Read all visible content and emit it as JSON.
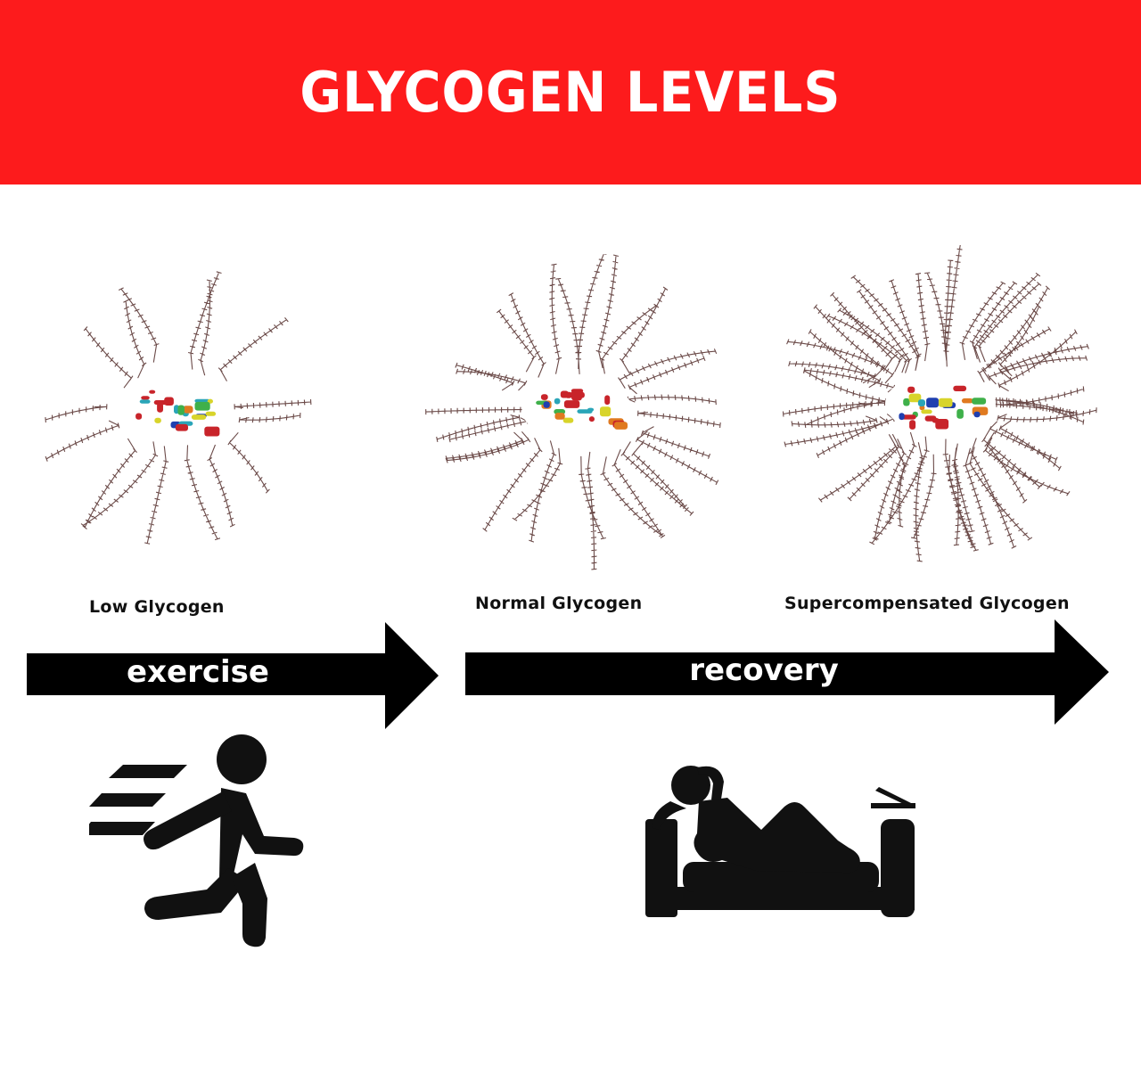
{
  "header": {
    "title": "GLYCOGEN LEVELS",
    "background_color": "#fd1b1c",
    "text_color": "#ffffff"
  },
  "stages": [
    {
      "label": "Low Glycogen",
      "branch_count": 16,
      "radius": 170,
      "icon": "glycogen-molecule-icon"
    },
    {
      "label": "Normal Glycogen",
      "branch_count": 30,
      "radius": 180,
      "icon": "glycogen-molecule-icon"
    },
    {
      "label": "Supercompensated Glycogen",
      "branch_count": 56,
      "radius": 185,
      "icon": "glycogen-molecule-icon"
    }
  ],
  "arrows": [
    {
      "label": "exercise",
      "color": "#000000",
      "text_color": "#ffffff"
    },
    {
      "label": "recovery",
      "color": "#000000",
      "text_color": "#ffffff"
    }
  ],
  "icons": {
    "exercise": "running-person-icon",
    "recovery": "person-resting-on-couch-icon"
  },
  "colors": {
    "branch": "#6b4a48",
    "protein_core": [
      "#c8242a",
      "#1f3fb0",
      "#2aa5b8",
      "#3fb04a",
      "#d8d42a",
      "#e07a20"
    ]
  }
}
